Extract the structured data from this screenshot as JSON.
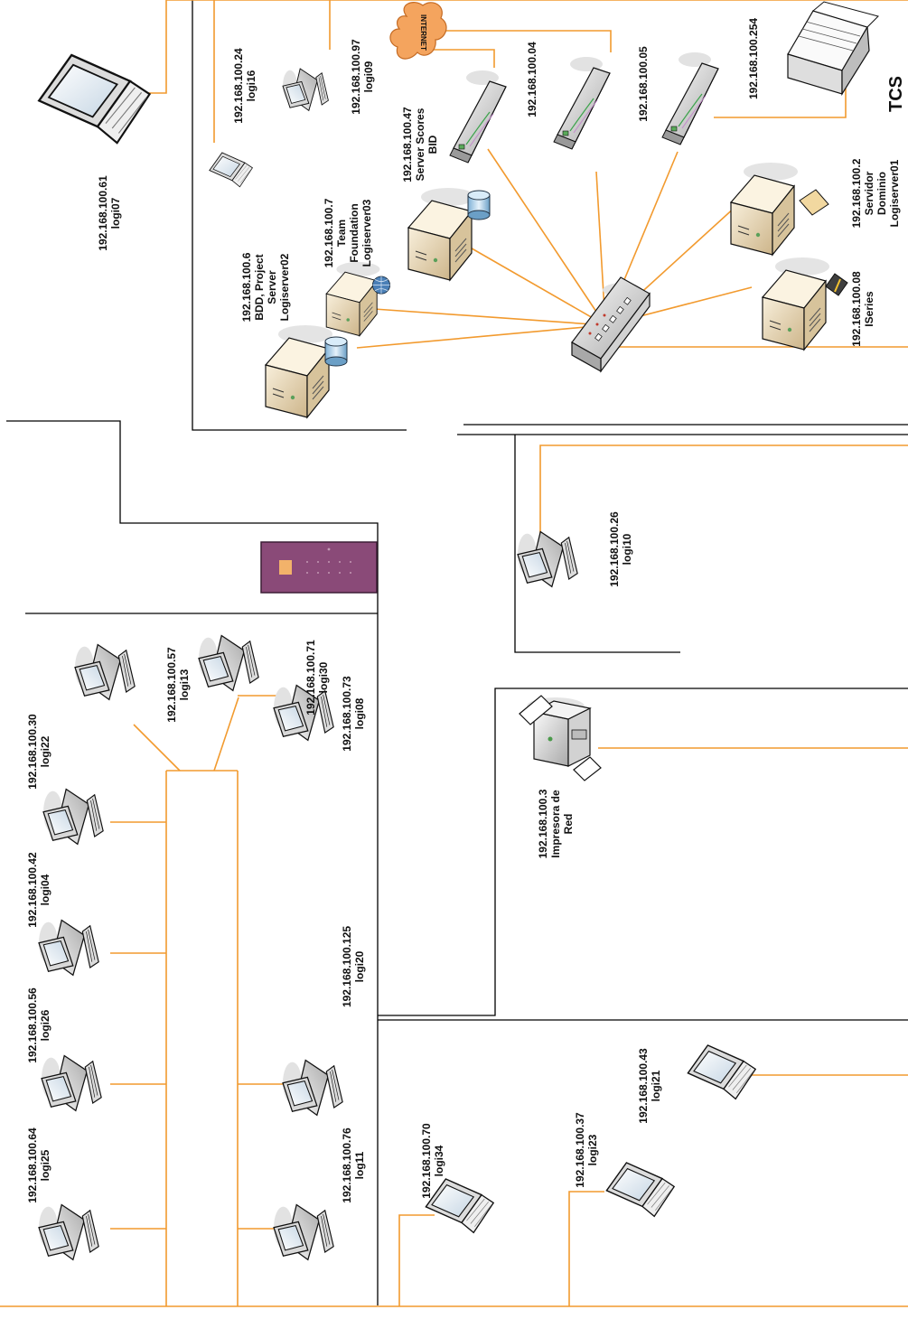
{
  "diagram": {
    "labels": {
      "logi07": [
        "192.168.100.61",
        "logi07"
      ],
      "logi16": [
        "192.168.100.24",
        "logi16"
      ],
      "logi09": [
        "192.168.100.97",
        "logi09"
      ],
      "internet": [
        "INTERNET"
      ],
      "scores": [
        "192.168.100.47",
        "Server Scores",
        "BID"
      ],
      "router04": [
        "192.168.100.04"
      ],
      "router05": [
        "192.168.100.05"
      ],
      "router254": [
        "192.168.100.254"
      ],
      "tcs": [
        "TCS"
      ],
      "team": [
        "192.168.100.7",
        "Team",
        "Foundation",
        "Logiserver03"
      ],
      "project": [
        "192.168.100.6",
        "BDD, Project",
        "Server",
        "Logiserver02"
      ],
      "dominio": [
        "192.168.100.2",
        "Servidor",
        "Dominio",
        "Logiserver01"
      ],
      "iseries": [
        "192.168.100.08",
        "ISeries"
      ],
      "logi10": [
        "192.168.100.26",
        "logi10"
      ],
      "logi13": [
        "192.168.100.57",
        "logi13"
      ],
      "logi30": [
        "192.168.100.71",
        "logi30"
      ],
      "logi22": [
        "192.168.100.30",
        "logi22"
      ],
      "logi04": [
        "192.168.100.42",
        "logi04"
      ],
      "logi26": [
        "192.168.100.56",
        "logi26"
      ],
      "logi25": [
        "192.168.100.64",
        "logi25"
      ],
      "logi08": [
        "192.168.100.73",
        "logi08"
      ],
      "logi20": [
        "192.168.100.125",
        "logi20"
      ],
      "log11": [
        "192.168.100.76",
        "log11"
      ],
      "printer": [
        "192.168.100.3",
        "Impresora de",
        "Red"
      ],
      "logi21": [
        "192.168.100.43",
        "logi21"
      ],
      "logi34": [
        "192.168.100.70",
        "logi34"
      ],
      "logi23": [
        "192.168.100.37",
        "logi23"
      ]
    },
    "colors": {
      "cable": "#f29a2e",
      "wall": "#000000",
      "server_body": "#f1e4c8",
      "device_body": "#e8e8e8",
      "cloud": "#f4a45e",
      "door": "#8a4a78"
    }
  }
}
